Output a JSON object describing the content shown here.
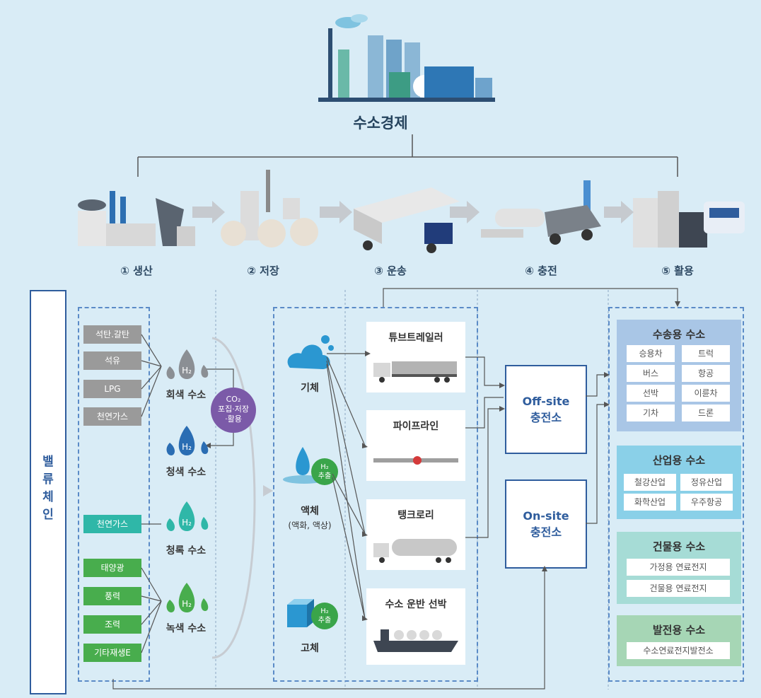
{
  "title": "수소경제",
  "stages": [
    "① 생산",
    "② 저장",
    "③ 운송",
    "④ 충전",
    "⑤ 활용"
  ],
  "value_chain_label": [
    "밸",
    "류",
    "체",
    "인"
  ],
  "production": {
    "gray_sources": [
      "석탄.갈탄",
      "석유",
      "LPG",
      "천연가스"
    ],
    "turquoise_sources": [
      "천연가스"
    ],
    "green_sources": [
      "태양광",
      "풍력",
      "조력",
      "기타재생E"
    ],
    "hydrogen_types": [
      "회색 수소",
      "청색 수소",
      "청록 수소",
      "녹색 수소"
    ],
    "h2_symbol": "H₂",
    "ccus": [
      "CO₂",
      "포집·저장",
      "·활용"
    ]
  },
  "storage_states": {
    "gas": "기체",
    "liquid": "액체",
    "liquid_sub": "(액화, 액상)",
    "solid": "고체",
    "extract": [
      "H₂",
      "추출"
    ]
  },
  "transport": [
    "튜브트레일러",
    "파이프라인",
    "탱크로리",
    "수소 운반 선박"
  ],
  "stations": {
    "offsite": [
      "Off-site",
      "충전소"
    ],
    "onsite": [
      "On-site",
      "충전소"
    ]
  },
  "uses": {
    "transport": {
      "title": "수송용 수소",
      "items": [
        "승용차",
        "트럭",
        "버스",
        "항공",
        "선박",
        "이륜차",
        "기차",
        "드론"
      ]
    },
    "industry": {
      "title": "산업용 수소",
      "items": [
        "철강산업",
        "정유산업",
        "화학산업",
        "우주항공"
      ]
    },
    "building": {
      "title": "건물용 수소",
      "items": [
        "가정용 연료전지",
        "건물용 연료전지"
      ]
    },
    "power": {
      "title": "발전용 수소",
      "items": [
        "수소연료전지발전소"
      ]
    }
  },
  "colors": {
    "gray_source": "#9a9a9a",
    "turquoise_source": "#2fb7a8",
    "green_source": "#48ad4d",
    "blue_line": "#2f5d9d",
    "transport_use_bg": "#a9c6e6",
    "industry_use_bg": "#8ad0e8",
    "building_use_bg": "#a6dcd6",
    "power_use_bg": "#a6d6b5"
  }
}
